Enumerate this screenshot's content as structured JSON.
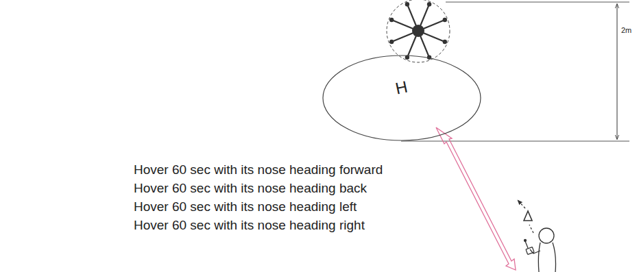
{
  "diagram": {
    "nodes": [
      {
        "text": [
          "H"
        ]
      }
    ],
    "labels": [
      "Hover 60 sec with its nose heading forward",
      "Hover 60 sec with its nose heading back",
      "Hover 60 sec with its nose heading left",
      "Hover 60 sec with its nose heading right",
      "2m"
    ]
  }
}
